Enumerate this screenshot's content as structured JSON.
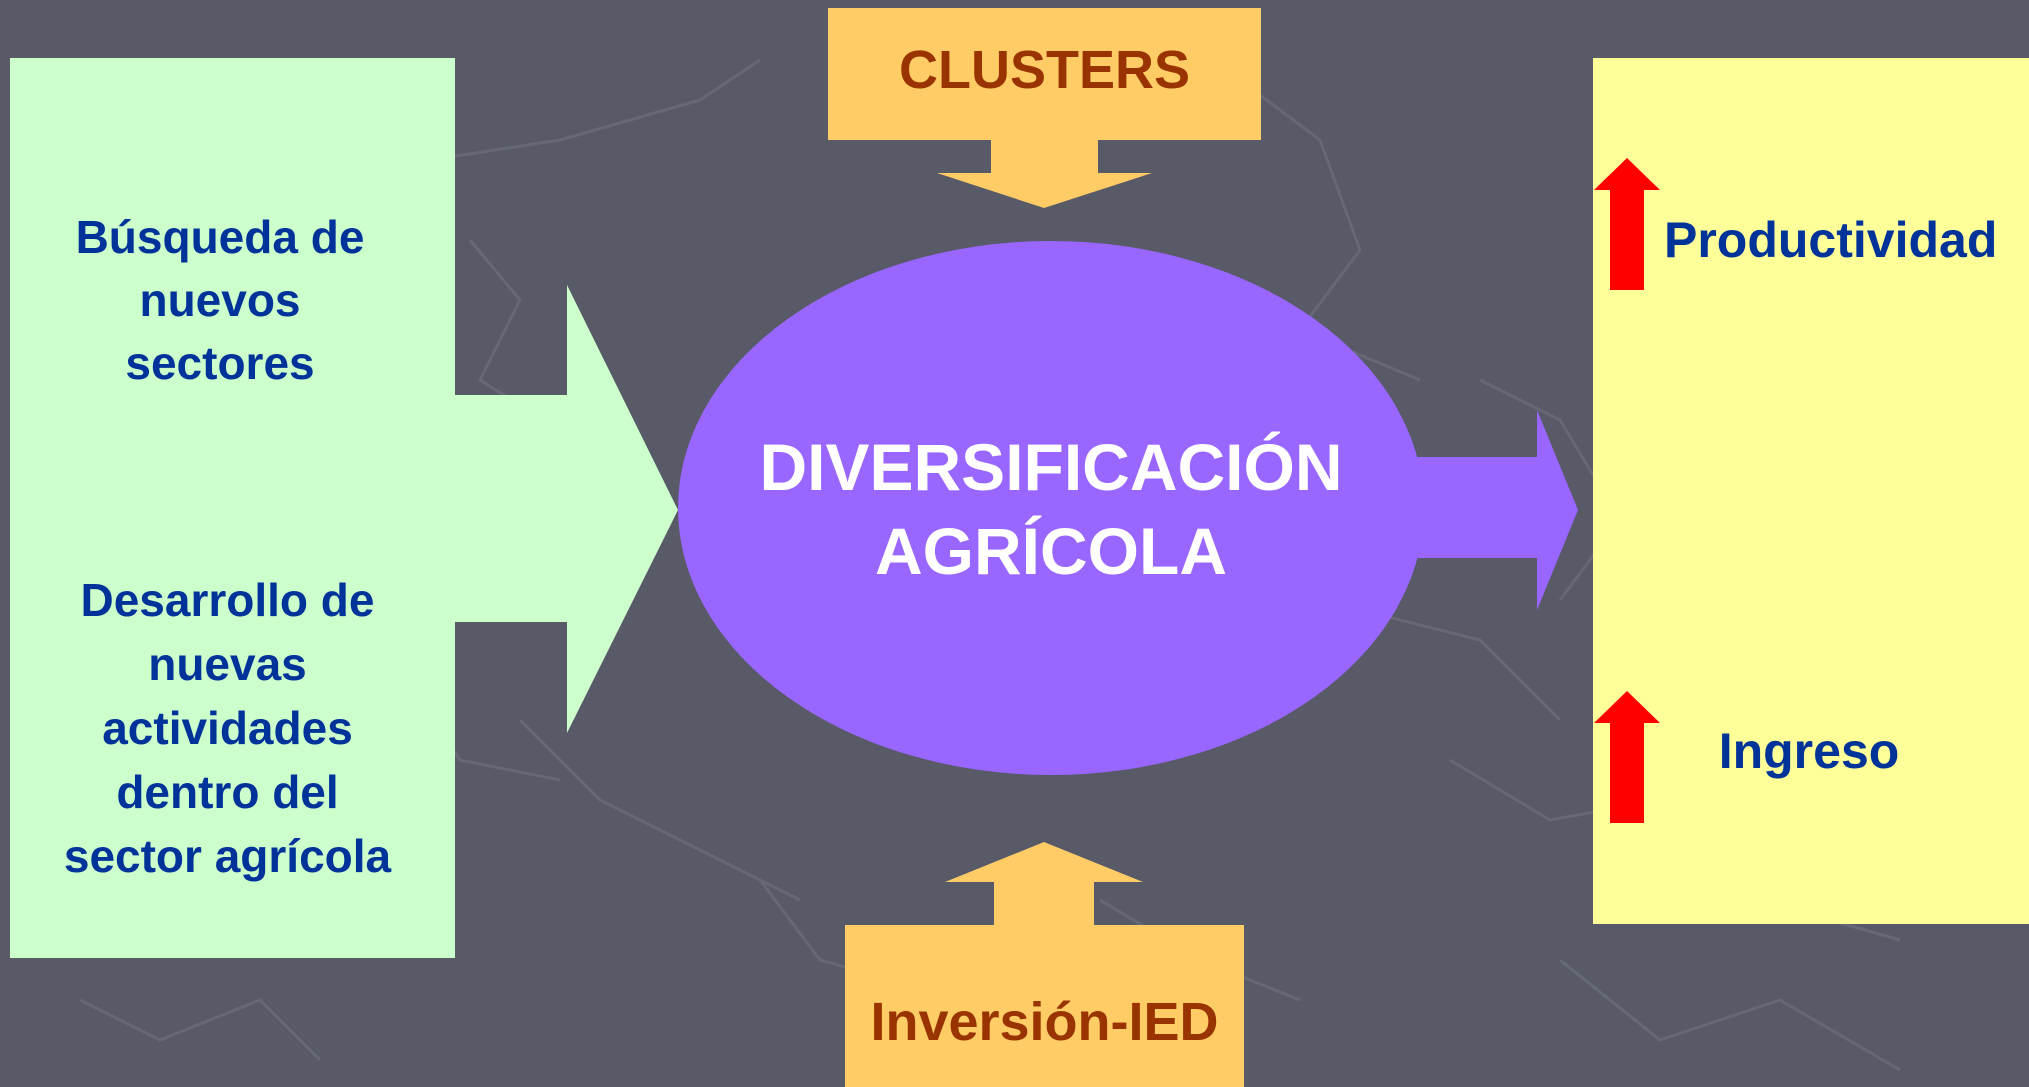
{
  "colors": {
    "background": "#585a68",
    "left_box": "#ccffcc",
    "right_box": "#ffff99",
    "ellipse": "#9966ff",
    "orange_box": "#ffcc66",
    "blue_text": "#003399",
    "brown_text": "#993300",
    "white_text": "#ffffff",
    "up_arrow": "#ff0000"
  },
  "left_box": {
    "item1": [
      "Búsqueda de",
      "nuevos",
      "sectores"
    ],
    "item2": [
      "Desarrollo de",
      "nuevas",
      "actividades",
      "dentro del",
      "sector agrícola"
    ]
  },
  "center": {
    "lines": [
      "DIVERSIFICACIÓN",
      "AGRÍCOLA"
    ]
  },
  "top_box": {
    "label": "CLUSTERS"
  },
  "bottom_box": {
    "label": "Inversión-IED"
  },
  "right_box": {
    "item1": "Productividad",
    "item2": "Ingreso"
  },
  "icons": {
    "up_arrow": "up-arrow-icon"
  }
}
